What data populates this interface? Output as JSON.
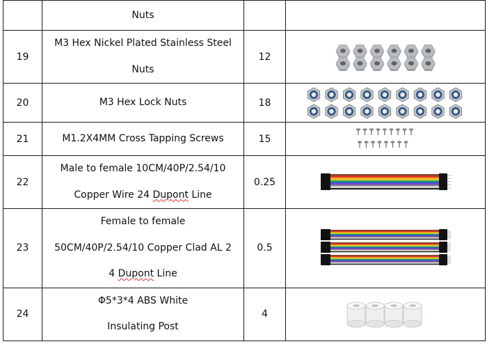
{
  "rows": [
    {
      "no": "",
      "name_lines": [
        "",
        "Nuts"
      ],
      "qty": "",
      "icon": "none"
    },
    {
      "no": "19",
      "name_lines": [
        "M3 Hex Nickel Plated Stainless Steel",
        "Nuts"
      ],
      "qty": "12",
      "icon": "hex-nut-icon"
    },
    {
      "no": "20",
      "name_lines": [
        "M3 Hex Lock Nuts"
      ],
      "qty": "18",
      "icon": "lock-nut-icon"
    },
    {
      "no": "21",
      "name_lines": [
        "M1.2X4MM Cross Tapping Screws"
      ],
      "qty": "15",
      "icon": "screw-icon"
    },
    {
      "no": "22",
      "name_lines": [
        "Male to female 10CM/40P/2.54/10",
        "Copper Wire 24 ",
        "Dupont",
        " Line"
      ],
      "qty": "0.25",
      "icon": "ribbon-cable-icon"
    },
    {
      "no": "23",
      "name_lines": [
        "Female to female",
        "50CM/40P/2.54/10 Copper Clad AL 2",
        "4 ",
        "Dupont",
        " Line"
      ],
      "qty": "0.5",
      "icon": "ribbon-cable-bundle-icon"
    },
    {
      "no": "24",
      "name_lines": [
        "Φ5*3*4 ABS White",
        "Insulating Post"
      ],
      "qty": "4",
      "icon": "insulating-post-icon"
    }
  ],
  "colors": {
    "border": "#1a1a1a",
    "spellcheck": "#e03030",
    "nut": "#b9bcbf",
    "lock_nut": "#3b5b86"
  }
}
